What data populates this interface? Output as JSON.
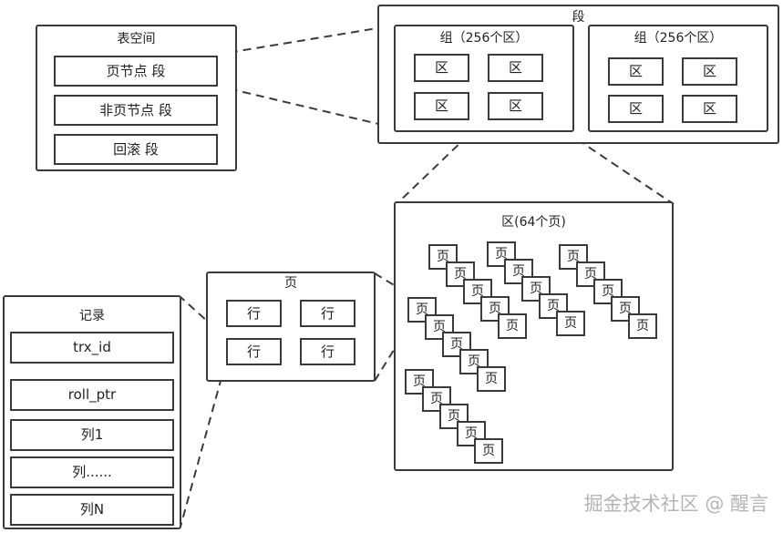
{
  "tablespace": {
    "title": "表空间",
    "segments": [
      "页节点 段",
      "非页节点 段",
      "回滚 段"
    ]
  },
  "segment": {
    "title": "段",
    "groups": [
      {
        "title": "组（256个区）",
        "extents": [
          "区",
          "区",
          "区",
          "区"
        ]
      },
      {
        "title": "组（256个区）",
        "extents": [
          "区",
          "区",
          "区",
          "区"
        ]
      }
    ]
  },
  "extent": {
    "title": "区(64个页)",
    "page_label": "页"
  },
  "page": {
    "title": "页",
    "rows": [
      "行",
      "行",
      "行",
      "行"
    ]
  },
  "record": {
    "title": "记录",
    "fields": [
      "trx_id",
      "roll_ptr",
      "列1",
      "列......",
      "列N"
    ]
  },
  "watermark": "掘金技术社区 @ 醒言",
  "colors": {
    "stroke": "#3a3a3a",
    "watermark": "#b5b5b5"
  }
}
